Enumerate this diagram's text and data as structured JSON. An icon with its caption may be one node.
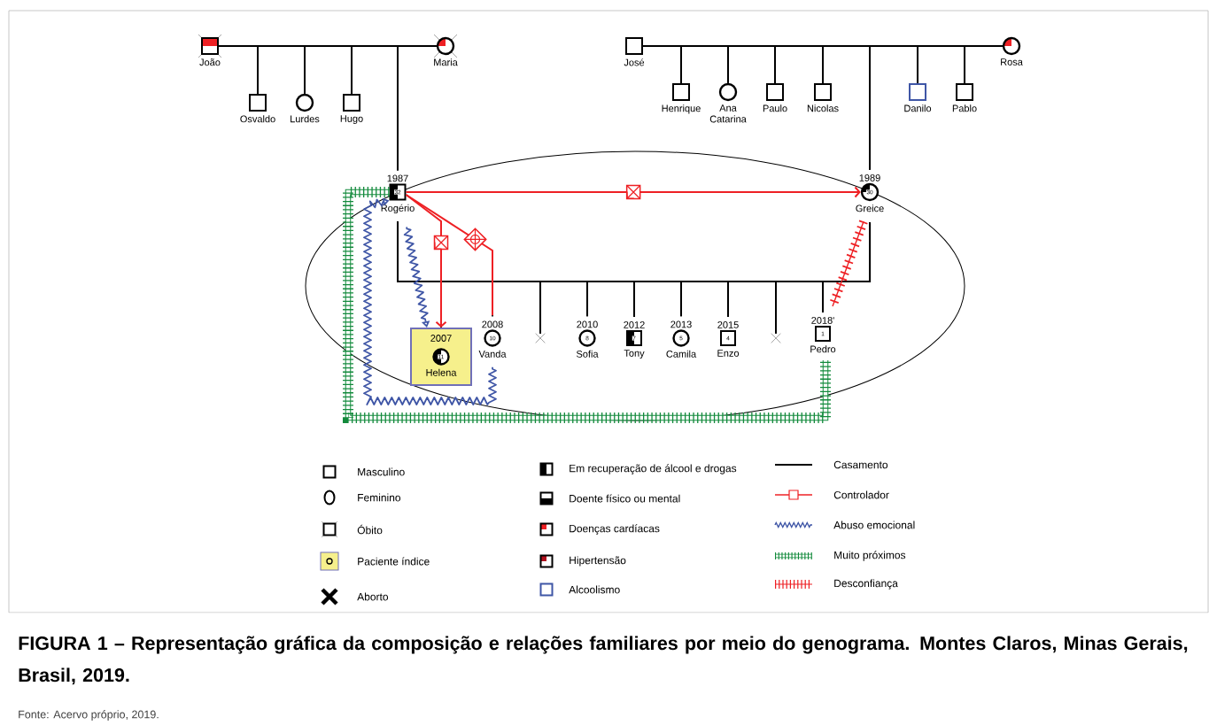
{
  "diagram": {
    "caption": "FIGURA 1 – Representação gráfica da composição e relações familiares por meio do genograma. Montes Claros, Minas Gerais, Brasil, 2019.",
    "nodes": [
      {
        "text": [
          "João"
        ]
      },
      {
        "text": [
          "Maria"
        ]
      },
      {
        "text": [
          "Osvaldo"
        ]
      },
      {
        "text": [
          "Lurdes"
        ]
      },
      {
        "text": [
          "Hugo"
        ]
      },
      {
        "text": [
          "32",
          "Rogério"
        ],
        "beside": [
          "1987"
        ]
      },
      {
        "text": [
          "José"
        ]
      },
      {
        "text": [
          "Henrique"
        ]
      },
      {
        "text": [
          "Ana Catarina"
        ]
      },
      {
        "text": [
          "Paulo"
        ]
      },
      {
        "text": [
          "Nicolas"
        ]
      },
      {
        "text": [
          "30",
          "Greice"
        ],
        "beside": [
          "1989"
        ]
      },
      {
        "text": [
          "Danilo"
        ]
      },
      {
        "text": [
          "Pablo"
        ]
      },
      {
        "text": [
          "Rosa"
        ]
      },
      {
        "text": [
          "2007"
        ]
      },
      {
        "text": [
          "11",
          "Helena"
        ],
        "in": 15
      },
      {
        "text": [
          "10",
          "Vanda"
        ],
        "beside": [
          "2008"
        ]
      },
      {
        "text": [],
        "shape": "cross"
      },
      {
        "text": [
          "8",
          "Sofia"
        ],
        "beside": [
          "2010"
        ]
      },
      {
        "text": [
          "7",
          "Tony"
        ],
        "beside": [
          "2012"
        ]
      },
      {
        "text": [
          "5",
          "Camila"
        ],
        "beside": [
          "2013"
        ]
      },
      {
        "text": [
          "4",
          "Enzo"
        ],
        "beside": [
          "2015"
        ]
      },
      {
        "text": [],
        "shape": "cross"
      },
      {
        "text": [
          "1",
          "Pedro"
        ],
        "beside": [
          "2018'"
        ]
      }
    ],
    "edges": [
      {
        "from": 0,
        "to": 1,
        "arrow": "none"
      },
      {
        "from": 0,
        "to": 2,
        "arrow": "none"
      },
      {
        "from": 1,
        "to": 2,
        "arrow": "none"
      },
      {
        "from": 0,
        "to": 3,
        "arrow": "none"
      },
      {
        "from": 1,
        "to": 3,
        "arrow": "none"
      },
      {
        "from": 0,
        "to": 4,
        "arrow": "none"
      },
      {
        "from": 1,
        "to": 4,
        "arrow": "none"
      },
      {
        "from": 0,
        "to": 5,
        "arrow": "none"
      },
      {
        "from": 1,
        "to": 5,
        "arrow": "none"
      },
      {
        "from": 6,
        "to": 14,
        "arrow": "none"
      },
      {
        "from": 6,
        "to": 7,
        "arrow": "none"
      },
      {
        "from": 14,
        "to": 7,
        "arrow": "none"
      },
      {
        "from": 6,
        "to": 8,
        "arrow": "none"
      },
      {
        "from": 14,
        "to": 8,
        "arrow": "none"
      },
      {
        "from": 6,
        "to": 9,
        "arrow": "none"
      },
      {
        "from": 14,
        "to": 9,
        "arrow": "none"
      },
      {
        "from": 6,
        "to": 10,
        "arrow": "none"
      },
      {
        "from": 14,
        "to": 10,
        "arrow": "none"
      },
      {
        "from": 6,
        "to": 11,
        "arrow": "none"
      },
      {
        "from": 14,
        "to": 11,
        "arrow": "none"
      },
      {
        "from": 6,
        "to": 12,
        "arrow": "none"
      },
      {
        "from": 14,
        "to": 12,
        "arrow": "none"
      },
      {
        "from": 6,
        "to": 13,
        "arrow": "none"
      },
      {
        "from": 14,
        "to": 13,
        "arrow": "none"
      },
      {
        "from": 5,
        "to": 11,
        "arrow": "none"
      },
      {
        "from": 5,
        "to": 15,
        "arrow": "none"
      },
      {
        "from": 11,
        "to": 15,
        "arrow": "none"
      },
      {
        "from": 5,
        "to": 17,
        "arrow": "none"
      },
      {
        "from": 11,
        "to": 17,
        "arrow": "none"
      },
      {
        "from": 5,
        "to": 18,
        "arrow": "none"
      },
      {
        "from": 11,
        "to": 18,
        "arrow": "none"
      },
      {
        "from": 5,
        "to": 19,
        "arrow": "none"
      },
      {
        "from": 11,
        "to": 19,
        "arrow": "none"
      },
      {
        "from": 5,
        "to": 20,
        "arrow": "none"
      },
      {
        "from": 11,
        "to": 20,
        "arrow": "none"
      },
      {
        "from": 5,
        "to": 21,
        "arrow": "none"
      },
      {
        "from": 11,
        "to": 21,
        "arrow": "none"
      },
      {
        "from": 5,
        "to": 22,
        "arrow": "none"
      },
      {
        "from": 11,
        "to": 22,
        "arrow": "none"
      },
      {
        "from": 5,
        "to": 23,
        "arrow": "none"
      },
      {
        "from": 11,
        "to": 23,
        "arrow": "none"
      },
      {
        "from": 5,
        "to": 24,
        "arrow": "none"
      },
      {
        "from": 11,
        "to": 24,
        "arrow": "none"
      },
      {
        "from": 5,
        "to": 11,
        "arrow": "to",
        "color": "#ee2024"
      },
      {
        "from": 5,
        "to": 15,
        "arrow": "to",
        "color": "#ee2024"
      },
      {
        "from": 5,
        "to": 17,
        "arrow": "none",
        "color": "#ee2024"
      },
      {
        "from": 5,
        "to": 15,
        "arrow": "to",
        "color": "#3f56a6"
      },
      {
        "from": 17,
        "to": 5,
        "arrow": "to",
        "color": "#3f56a6"
      },
      {
        "from": 5,
        "to": 24,
        "arrow": "none",
        "style": "thick",
        "color": "#138a3c"
      },
      {
        "from": 11,
        "to": 24,
        "arrow": "none",
        "color": "#ee2024"
      }
    ],
    "labels": [
      "Fonte: Acervo próprio, 2019."
    ],
    "legend": [
      {
        "text": "Masculino"
      },
      {
        "text": "Feminino"
      },
      {
        "text": "Óbito"
      },
      {
        "text": "Paciente índice"
      },
      {
        "text": "Aborto"
      },
      {
        "text": "Em recuperação de álcool e drogas"
      },
      {
        "text": "Doente físico ou mental"
      },
      {
        "text": "Doenças cardíacas"
      },
      {
        "text": "Hipertensão"
      },
      {
        "text": "Alcoolismo"
      },
      {
        "text": "Casamento"
      },
      {
        "text": "Controlador"
      },
      {
        "text": "Abuso emocional"
      },
      {
        "text": "Muito próximos"
      },
      {
        "text": "Desconfiança"
      }
    ]
  }
}
